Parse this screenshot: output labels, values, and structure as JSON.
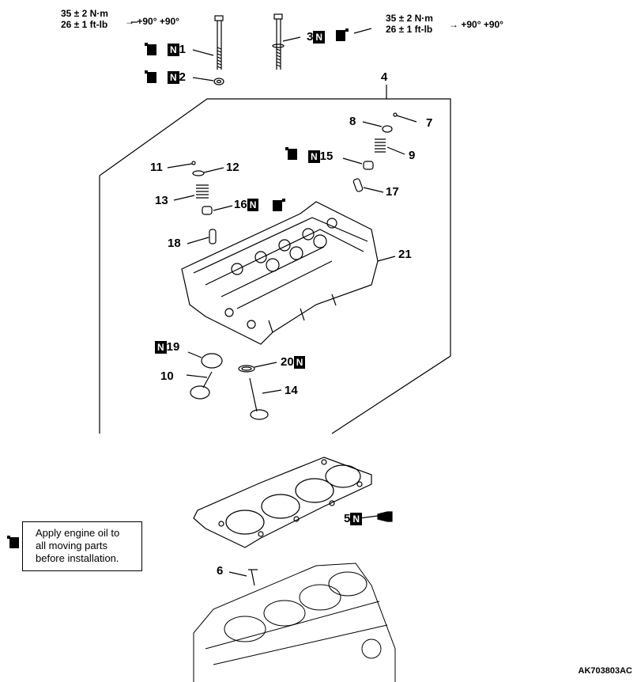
{
  "specs": {
    "left": {
      "line1": "35 ± 2 N·m",
      "line2": "26 ± 1 ft-lb",
      "angle": "→ +90° +90°"
    },
    "right": {
      "line1": "35 ± 2 N·m",
      "line2": "26 ± 1 ft-lb",
      "angle": "→ +90° +90°"
    }
  },
  "n_mark": "N",
  "parts": {
    "p1": "1",
    "p2": "2",
    "p3": "3",
    "p4": "4",
    "p5": "5",
    "p6": "6",
    "p7": "7",
    "p8": "8",
    "p9": "9",
    "p10": "10",
    "p11": "11",
    "p12": "12",
    "p13": "13",
    "p14": "14",
    "p15": "15",
    "p16": "16",
    "p17": "17",
    "p18": "18",
    "p19": "19",
    "p20": "20",
    "p21": "21"
  },
  "callout": {
    "text": "Apply engine oil to\nall moving parts\nbefore installation."
  },
  "figure_code": "AK703803AC",
  "icons": {
    "oil_can": "oil-can-icon",
    "n_mark": "new-part-icon"
  }
}
